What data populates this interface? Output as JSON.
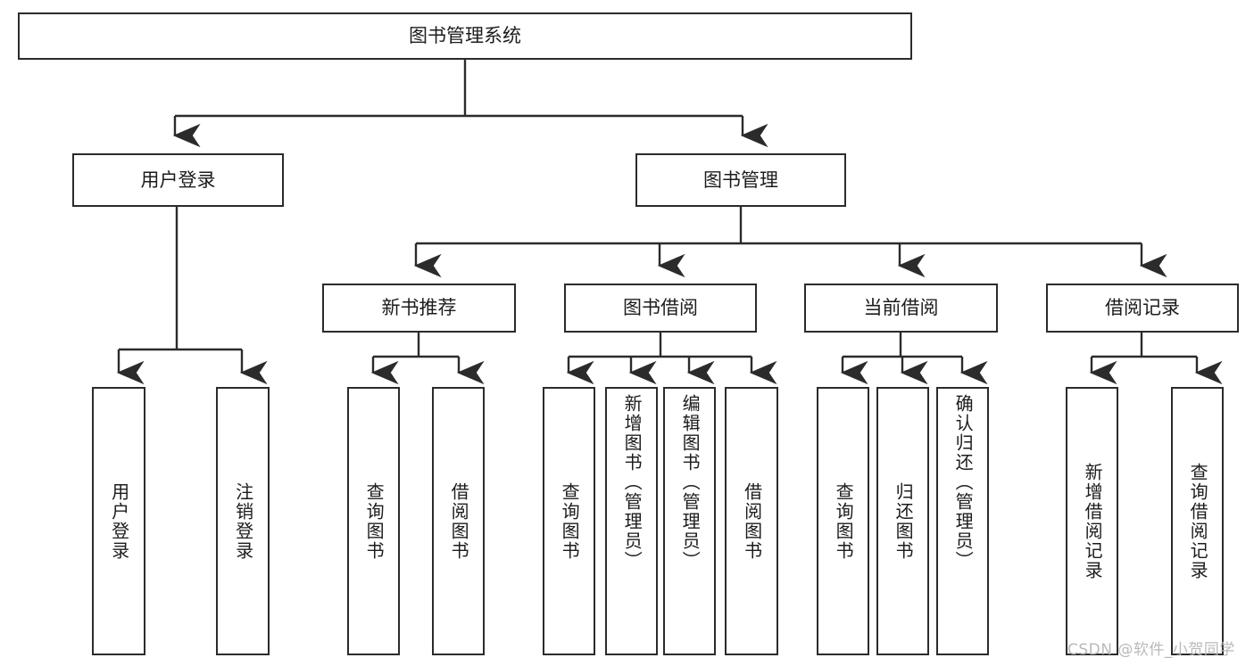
{
  "diagram": {
    "type": "tree-hierarchy",
    "title_node": {
      "label": "图书管理系统"
    },
    "level2": [
      {
        "label": "用户登录"
      },
      {
        "label": "图书管理"
      }
    ],
    "level3": [
      {
        "label": "新书推荐"
      },
      {
        "label": "图书借阅"
      },
      {
        "label": "当前借阅"
      },
      {
        "label": "借阅记录"
      }
    ],
    "leaves": {
      "user_login": [
        {
          "label": "用户登录"
        },
        {
          "label": "注销登录"
        }
      ],
      "new_book_recommend": [
        {
          "label": "查询图书"
        },
        {
          "label": "借阅图书"
        }
      ],
      "book_borrow": [
        {
          "label": "查询图书"
        },
        {
          "label": "新增图书（管理员）"
        },
        {
          "label": "编辑图书（管理员）"
        },
        {
          "label": "借阅图书"
        }
      ],
      "current_borrow": [
        {
          "label": "查询图书"
        },
        {
          "label": "归还图书"
        },
        {
          "label": "确认归还（管理员）"
        }
      ],
      "borrow_record": [
        {
          "label": "新增借阅记录"
        },
        {
          "label": "查询借阅记录"
        }
      ]
    }
  },
  "watermark": {
    "text": "CSDN @软件_小贺同学"
  },
  "colors": {
    "stroke": "#2b2b2b",
    "text": "#1c1c1c",
    "background": "#ffffff",
    "watermark": "#b9b9b9"
  }
}
